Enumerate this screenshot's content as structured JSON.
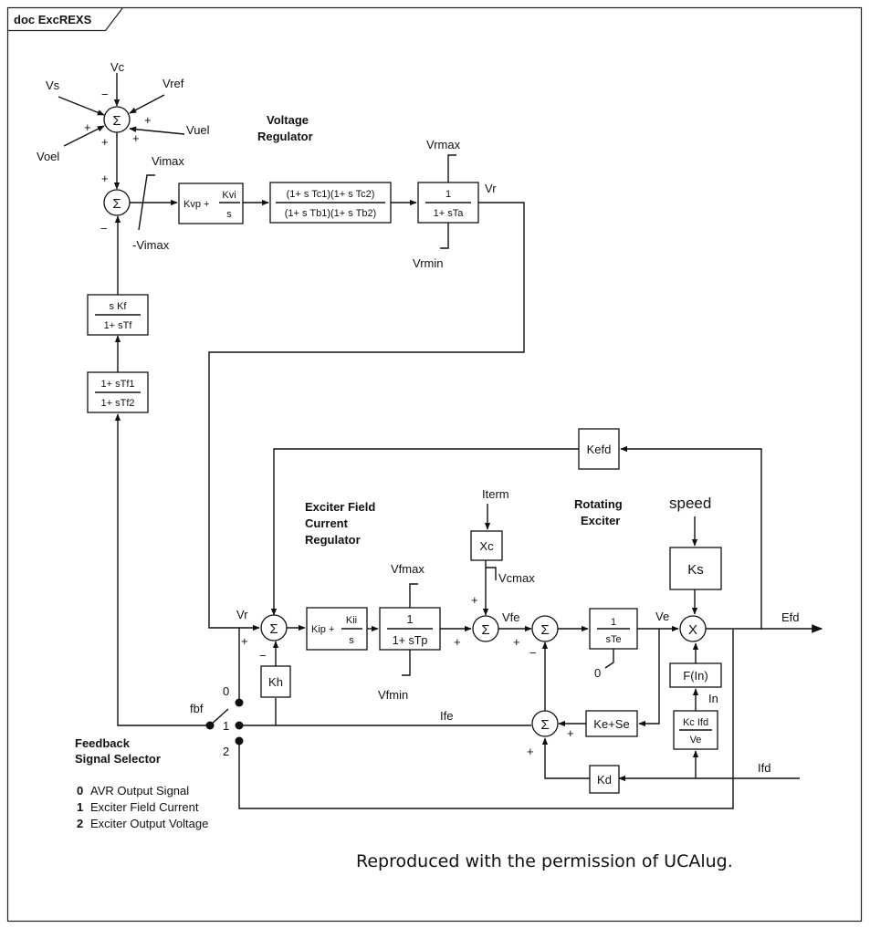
{
  "diagram_title": "doc ExcREXS",
  "sections": {
    "voltage_regulator": [
      "Voltage",
      "Regulator"
    ],
    "exciter_field_current_regulator": [
      "Exciter Field",
      "Current",
      "Regulator"
    ],
    "rotating_exciter": [
      "Rotating",
      "Exciter"
    ],
    "feedback_signal_selector": [
      "Feedback",
      "Signal Selector"
    ]
  },
  "signals": {
    "vc": "Vc",
    "vs": "Vs",
    "vref": "Vref",
    "vuel": "Vuel",
    "voel": "Voel",
    "vimax": "Vimax",
    "neg_vimax": "-Vimax",
    "vrmax": "Vrmax",
    "vrmin": "Vrmin",
    "vr_out": "Vr",
    "vr_in": "Vr",
    "vfmax": "Vfmax",
    "vfmin": "Vfmin",
    "vfe": "Vfe",
    "iterm": "Iterm",
    "vcmax": "Vcmax",
    "ve": "Ve",
    "zero_limit": "0",
    "speed": "speed",
    "efd": "Efd",
    "ifd": "Ifd",
    "ife": "Ife",
    "in": "In",
    "fbf": "fbf"
  },
  "blocks": {
    "kvp_kvi": {
      "prefix": "Kvp +",
      "num": "Kvi",
      "den": "s"
    },
    "lead_lag_c": {
      "num": "(1+ s Tc1)(1+ s Tc2)",
      "den": "(1+ s Tb1)(1+ s Tb2)"
    },
    "ta": {
      "num": "1",
      "den": "1+ sTa"
    },
    "skf": {
      "num": "s Kf",
      "den": "1+ sTf"
    },
    "tf1": {
      "num": "1+ sTf1",
      "den": "1+ sTf2"
    },
    "kefd": "Kefd",
    "kip_kii": {
      "prefix": "Kip +",
      "num": "Kii",
      "den": "s"
    },
    "tp": {
      "num": "1",
      "den": "1+ sTp"
    },
    "xc": "Xc",
    "te": {
      "num": "1",
      "den": "sTe"
    },
    "ks": "Ks",
    "kh": "Kh",
    "fin": "F(In)",
    "kcifd": {
      "num": "Kc Ifd",
      "den": "Ve"
    },
    "ke_se": "Ke+Se",
    "kd": "Kd"
  },
  "symbols": {
    "sigma": "Σ",
    "mult": "X",
    "plus": "+",
    "minus": "−"
  },
  "selector_positions": [
    "0",
    "1",
    "2"
  ],
  "legend": [
    {
      "num": "0",
      "text": "AVR Output Signal"
    },
    {
      "num": "1",
      "text": "Exciter Field Current"
    },
    {
      "num": "2",
      "text": "Exciter Output Voltage"
    }
  ],
  "footer_note": "Reproduced with the permission of UCAlug."
}
